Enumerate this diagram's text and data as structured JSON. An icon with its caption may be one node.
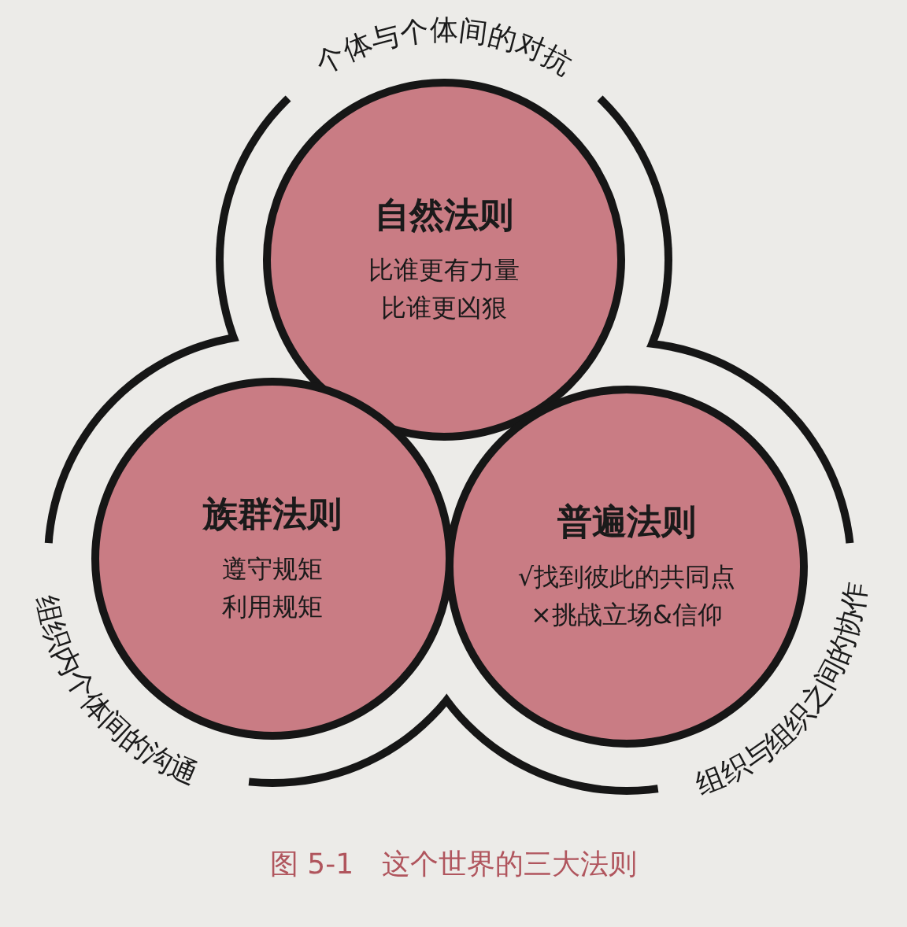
{
  "diagram": {
    "caption": "图 5-1　这个世界的三大法则",
    "nodes": [
      {
        "text": [
          "自然法则",
          "比谁更有力量",
          "比谁更凶狠"
        ]
      },
      {
        "text": [
          "族群法则",
          "遵守规矩",
          "利用规矩"
        ]
      },
      {
        "text": [
          "普遍法则",
          "√找到彼此的共同点",
          "×挑战立场&信仰"
        ]
      }
    ],
    "labels": [
      "个体与个体间的对抗",
      "组织内个体间的沟通",
      "组织与组织之间的协作"
    ]
  }
}
